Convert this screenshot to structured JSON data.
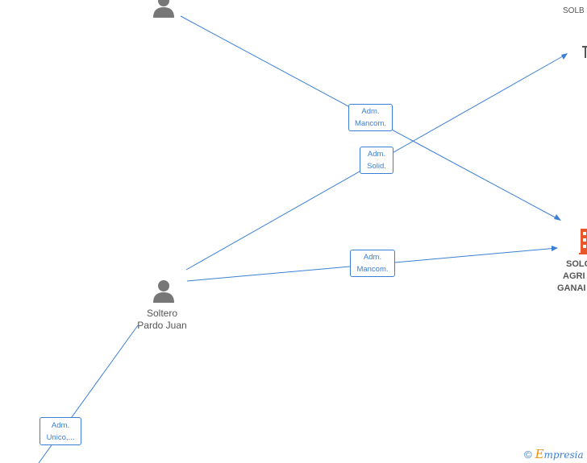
{
  "nodes": {
    "top_person": {
      "icon": "person-icon"
    },
    "main_person": {
      "icon": "person-icon",
      "name_line1": "Soltero",
      "name_line2": "Pardo Juan"
    },
    "company_top": {
      "label": "SOLB"
    },
    "company_mid": {
      "icon": "building-icon",
      "line1": "SOLO",
      "line2": "AGRI",
      "line3": "GANAI"
    }
  },
  "relations": [
    {
      "line1": "Adm.",
      "line2": "Mancom."
    },
    {
      "line1": "Adm.",
      "line2": "Solid."
    },
    {
      "line1": "Adm.",
      "line2": "Mancom."
    },
    {
      "line1": "Adm.",
      "line2": "Unico,..."
    }
  ],
  "footer": {
    "copyright": "©",
    "brand_initial": "E",
    "brand_rest": "mpresia"
  },
  "colors": {
    "edge": "#3a7fd5",
    "company_icon": "#e8582a",
    "person_icon": "#777777"
  }
}
